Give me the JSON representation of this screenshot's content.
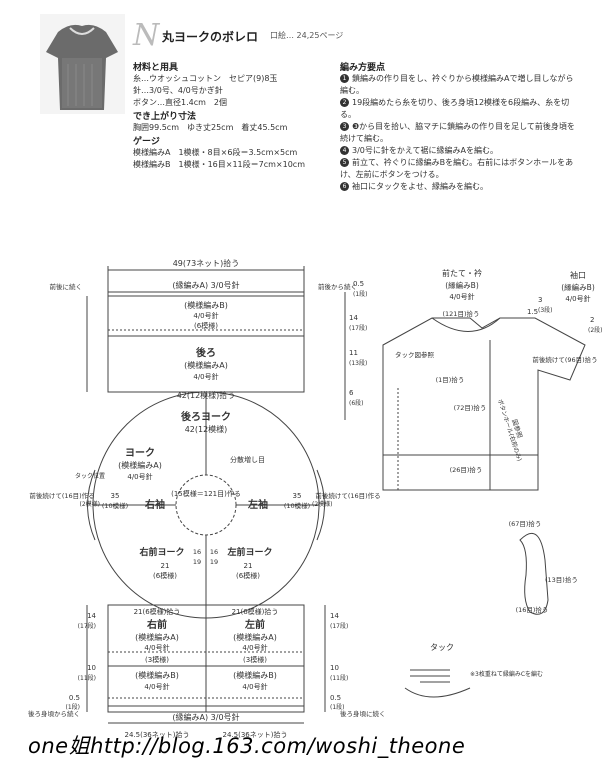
{
  "header": {
    "letter": "N",
    "title": "丸ヨークのボレロ",
    "page_ref": "口絵… 24,25ページ"
  },
  "materials": {
    "heading": "材料と用具",
    "lines": [
      "糸…ウオッシュコットン　セピア(9)8玉",
      "針…3/0号、4/0号かぎ針",
      "ボタン…直径1.4cm　2個"
    ]
  },
  "size": {
    "heading": "でき上がり寸法",
    "lines": [
      "胸囲99.5cm　ゆき丈25cm　着丈45.5cm"
    ]
  },
  "gauge": {
    "heading": "ゲージ",
    "lines": [
      "模様編みA　1模様・8目×6段＝3.5cm×5cm",
      "模様編みB　1模様・16目×11段＝7cm×10cm"
    ]
  },
  "steps": {
    "heading": "編み方要点",
    "items": [
      {
        "n": "1",
        "text": "鎖編みの作り目をし、衿ぐりから模様編みAで増し目しながら編む。"
      },
      {
        "n": "2",
        "text": "19段編めたら糸を切り、後ろ身頃12模様を6段編み、糸を切る。"
      },
      {
        "n": "3",
        "text": "❸から目を拾い、脇マチに鎖編みの作り目を足して前後身頃を続けて編む。"
      },
      {
        "n": "4",
        "text": "3/0号に針をかえて裾に縁編みAを編む。"
      },
      {
        "n": "5",
        "text": "前立て、衿ぐりに縁編みBを編む。右前にはボタンホールをあけ、左前にボタンをつける。"
      },
      {
        "n": "6",
        "text": "袖口にタックをよせ、縁編みを編む。"
      }
    ]
  },
  "diagram": {
    "top_width": "49(73ネット)拾う",
    "hem_edge_top": "(縁編みA) 3/0号針",
    "continue_front": "前後に続く",
    "continue_back": "前後から続く",
    "back_pattern_b": "(模様編みB)",
    "needle_4": "4/0号針",
    "six_pat": "(6模様)",
    "back": "後ろ",
    "pattern_a": "(模様編みA)",
    "back_pick": "42(12模様)拾う",
    "back_yoke": "後ろヨーク",
    "back_yoke_w": "42(12模様)",
    "yoke": "ヨーク",
    "yoke_pat": "(模様編みA)",
    "yoke_needle": "4/0号針",
    "dir": "分散増し目",
    "center": "(15模様＝121目)作る",
    "right_sleeve": "右袖",
    "left_sleeve": "左袖",
    "right_front_yoke": "右前ヨーク",
    "left_front_yoke": "左前ヨーク",
    "rf_21": "21",
    "rf_6p": "(6模様)",
    "lf_21": "21",
    "lf_6p": "(6模様)",
    "v16a": "16",
    "v19a": "19",
    "v16b": "16",
    "v19b": "19",
    "left_cont": "前後続けて(16目)作る",
    "right_cont": "前後続けて(16目)作る",
    "s35": "35",
    "s10": "(10模様)",
    "s35b": "35",
    "s10b": "(10模様)",
    "twelve_l": "(2模様)",
    "twelve_r": "(2模様)",
    "tuck_pos": "タック位置",
    "front_pick_l": "21(6模様)拾う",
    "front_pick_r": "21(6模様)拾う",
    "right_front": "右前",
    "left_front": "左前",
    "three_pat": "(3模様)",
    "three_pat2": "(3模様)",
    "hem_bottom": "(縁編みA) 3/0号針",
    "bot_left": "24.5(36ネット)拾う",
    "bot_right": "24.5(36ネット)拾う",
    "cont_from_back": "後ろ身頃から続く",
    "cont_back_r": "後ろ身頃に続く",
    "dims_left": [
      "14",
      "(17段)",
      "10",
      "(11段)",
      "0.5",
      "(1段)"
    ],
    "dims_right": [
      "14",
      "(17段)",
      "10",
      "(11段)",
      "0.5",
      "(1段)"
    ],
    "side_top": [
      "0.5",
      "(1段)",
      "14",
      "(17段)",
      "11",
      "(13段)",
      "6",
      "(6段)"
    ],
    "neck_label": "前たて・衿",
    "neck_pat": "(縁編みB)",
    "neck_needle": "4/0号針",
    "neck_121": "(121目)拾う",
    "cuff_label": "袖口",
    "cuff_pat": "(縁編みB)",
    "cuff_needle": "4/0号針",
    "cuff_96": "前後続けて(96目)拾う",
    "tuck_note": "タック図参照",
    "btn_1": "(1目)拾う",
    "btn_72": "(72目)拾う",
    "btn_26": "(26目)拾う",
    "buttonhole": "ボタンホール(右前のみ)",
    "btn_hole_ref": "図参照",
    "d_1_5": "1.5",
    "d_3": "3",
    "d_3b": "(3段)",
    "d_2": "2",
    "d_2b": "(2段)",
    "cuff_67": "(67目)拾う",
    "cuff_13": "(13目)拾う",
    "cuff_16": "(16目)拾う",
    "tuck": "タック",
    "tuck_desc": "※3枚重ねて縁編みCを編む"
  },
  "watermark": "one姐http://blog.163.com/woshi_theone"
}
